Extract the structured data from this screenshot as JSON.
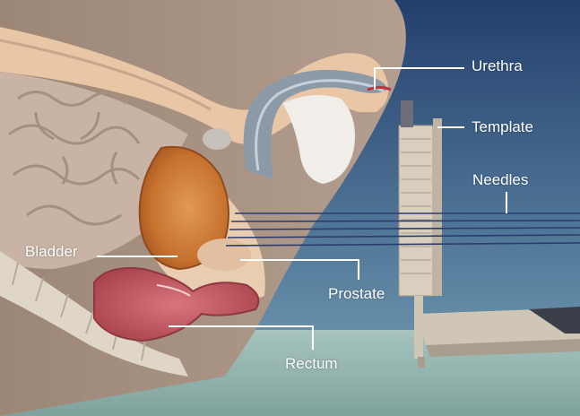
{
  "labels": {
    "urethra": "Urethra",
    "template": "Template",
    "needles": "Needles",
    "bladder": "Bladder",
    "prostate": "Prostate",
    "rectum": "Rectum"
  },
  "colors": {
    "sky_top": "#2a4a7a",
    "sky_bottom": "#6f9ab0",
    "floor": "#8fb2ad",
    "skin": "#a58f80",
    "tissue": "#e7c9ab",
    "bladder": "#cd7a3c",
    "rectum": "#c45a62",
    "urethra_tube": "#8c9aa8",
    "template": "#d9cfbf",
    "needle": "#2d3c6e",
    "leader_line": "#ffffff"
  }
}
